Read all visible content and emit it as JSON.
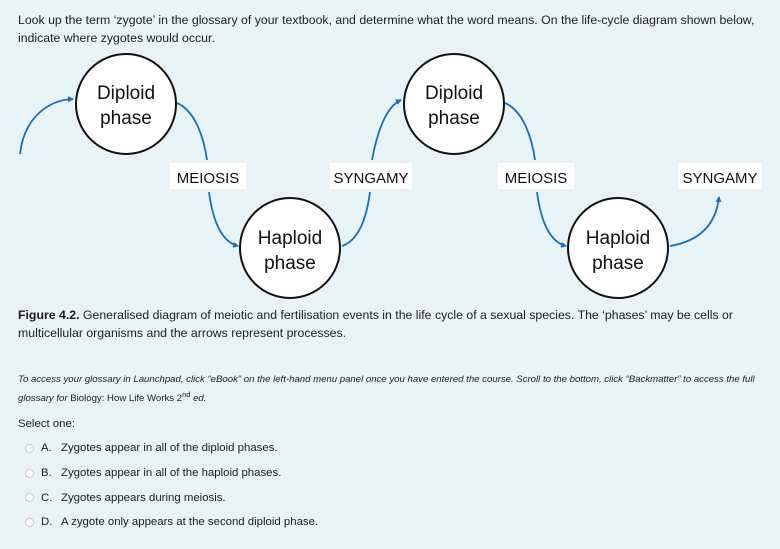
{
  "question": {
    "line1": "Look up the term ‘zygote’ in the glossary of your textbook, and determine what the word means. On the life-cycle diagram shown",
    "line2": "below, indicate where zygotes would occur."
  },
  "diagram": {
    "diploid_1": [
      "Diploid",
      "phase"
    ],
    "diploid_2": [
      "Diploid",
      "phase"
    ],
    "haploid_1": [
      "Haploid",
      "phase"
    ],
    "haploid_2": [
      "Haploid",
      "phase"
    ],
    "meiosis_1": "MEIOSIS",
    "syngamy_1": "SYNGAMY",
    "meiosis_2": "MEIOSIS",
    "syngamy_2": "SYNGAMY",
    "arrow_color": "#1a6fb5"
  },
  "caption": {
    "figure_label": "Figure 4.2.",
    "text": " Generalised diagram of meiotic and fertilisation events in the life cycle of a sexual species. The ‘phases’ may be cells or multicellular organisms and the arrows represent processes."
  },
  "note": {
    "part1": "To access your glossary in Launchpad, click “eBook” on the left-hand menu panel once you have entered the course. Scroll to the bottom, click “Backmatter” to access the full glossary for ",
    "book_title": "Biology: How Life Works 2",
    "edition_sup": "nd",
    "part2": " ed."
  },
  "select_label": "Select one:",
  "options": [
    {
      "letter": "A.",
      "text": "Zygotes appear in all of the diploid phases."
    },
    {
      "letter": "B.",
      "text": "Zygotes appear in all of the haploid phases."
    },
    {
      "letter": "C.",
      "text": "Zygotes appears during meiosis."
    },
    {
      "letter": "D.",
      "text": "A zygote only appears at the second diploid phase."
    }
  ]
}
